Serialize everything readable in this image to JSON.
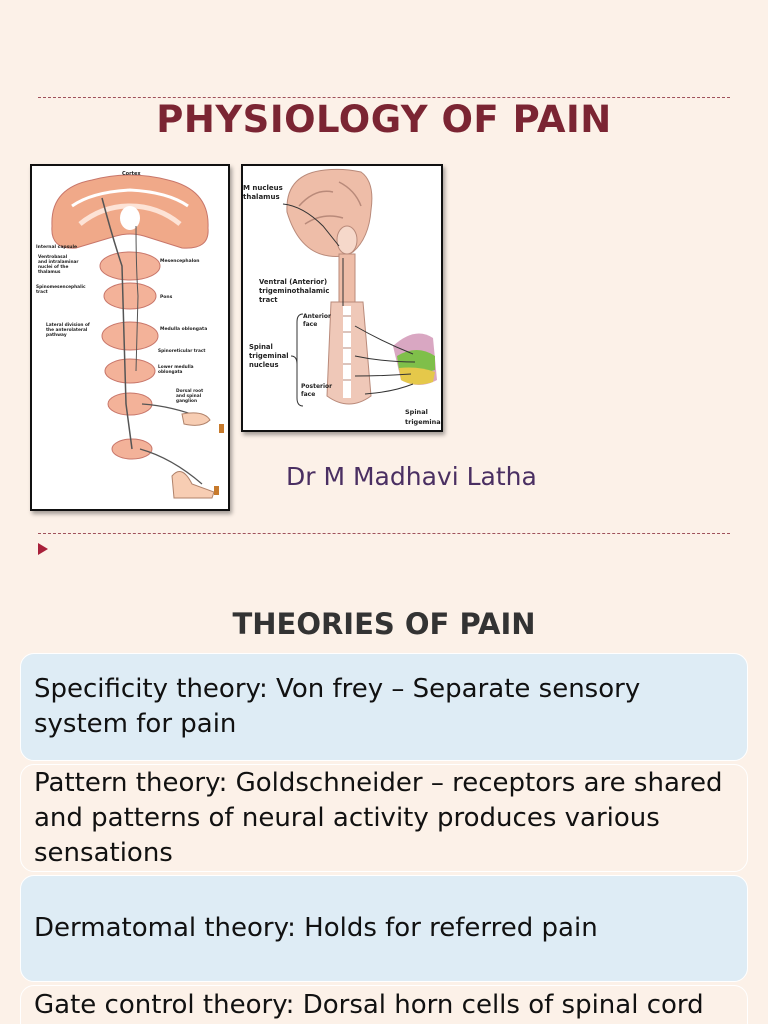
{
  "slide": {
    "title": "PHYSIOLOGY OF PAIN",
    "author": "Dr M Madhavi Latha",
    "section_heading": "THEORIES OF PAIN"
  },
  "figure_pathway": {
    "labels": {
      "cortex": "Cortex",
      "internal_capsule": "Internal capsule",
      "ventrobasal_1": "Ventrobasal",
      "ventrobasal_2": "and intralaminar",
      "ventrobasal_3": "nuclei of the",
      "ventrobasal_4": "thalamus",
      "spinomes_1": "Spinomesencephalic",
      "spinomes_2": "tract",
      "lateral_1": "Lateral division of",
      "lateral_2": "the anterolateral",
      "lateral_3": "pathway",
      "mesencephalon": "Mesencephalon",
      "pons": "Pons",
      "medulla": "Medulla oblongata",
      "spinoreticular": "Spinoreticular tract",
      "lower_medulla_1": "Lower medulla",
      "lower_medulla_2": "oblongata",
      "dorsal_root_1": "Dorsal root",
      "dorsal_root_2": "and spinal",
      "dorsal_root_3": "ganglion"
    }
  },
  "figure_trigeminal": {
    "labels": {
      "nucleus_1": "M nucleus",
      "nucleus_2": "thalamus",
      "ventral_1": "Ventral (Anterior)",
      "ventral_2": "trigeminothalamic",
      "ventral_3": "tract",
      "anterior_1": "Anterior",
      "anterior_2": "face",
      "spinal_1": "Spinal",
      "spinal_2": "trigeminal",
      "spinal_3": "nucleus",
      "posterior_1": "Posterior",
      "posterior_2": "face",
      "spinal_trig_1": "Spinal",
      "spinal_trig_2": "trigemina"
    }
  },
  "theories": [
    {
      "text": "Specificity theory: Von frey – Separate sensory system for pain"
    },
    {
      "text": "Pattern theory:  Goldschneider – receptors are shared and patterns of neural activity produces various sensations"
    },
    {
      "text": "Dermatomal theory: Holds for referred pain"
    },
    {
      "text": "Gate control theory: Dorsal horn cells of spinal cord"
    }
  ],
  "colors": {
    "background": "#fcf1e8",
    "title": "#7b2533",
    "author": "#4a2f62",
    "rule": "#a0525b",
    "bullet": "#a8203a",
    "box_blue": "#deecf5"
  }
}
